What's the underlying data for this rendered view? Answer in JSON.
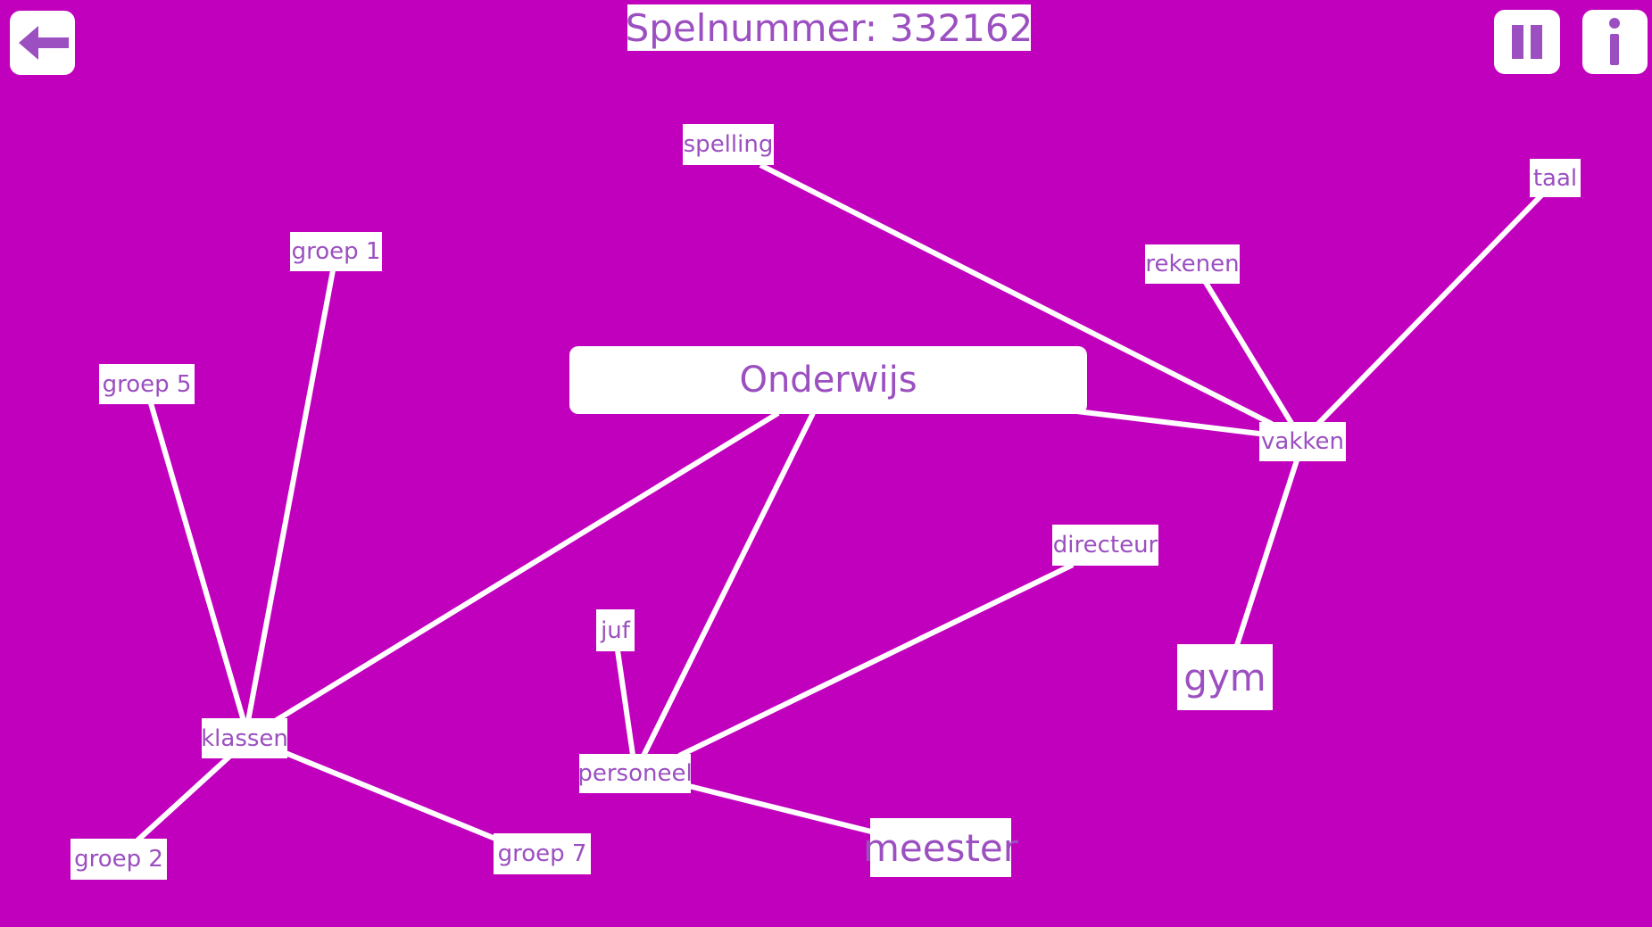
{
  "header": {
    "game_label": "Spelnummer:",
    "game_number": "332162"
  },
  "buttons": {
    "back_icon": "arrow-left-icon",
    "pause_icon": "pause-icon",
    "info_icon": "info-icon"
  },
  "colors": {
    "background": "#c000bd",
    "card": "#ffffff",
    "text": "#9b4fc0"
  },
  "mindmap": {
    "center": "Onderwijs",
    "nodes": {
      "spelling": "spelling",
      "taal": "taal",
      "rekenen": "rekenen",
      "groep1": "groep 1",
      "groep5": "groep 5",
      "vakken": "vakken",
      "directeur": "directeur",
      "juf": "juf",
      "gym": "gym",
      "klassen": "klassen",
      "personeel": "personeel",
      "meester": "meester",
      "groep2": "groep 2",
      "groep7": "groep 7"
    },
    "links": [
      [
        "Onderwijs",
        "vakken"
      ],
      [
        "Onderwijs",
        "klassen"
      ],
      [
        "Onderwijs",
        "personeel"
      ],
      [
        "vakken",
        "spelling"
      ],
      [
        "vakken",
        "rekenen"
      ],
      [
        "vakken",
        "taal"
      ],
      [
        "vakken",
        "gym"
      ],
      [
        "klassen",
        "groep 1"
      ],
      [
        "klassen",
        "groep 5"
      ],
      [
        "klassen",
        "groep 2"
      ],
      [
        "klassen",
        "groep 7"
      ],
      [
        "personeel",
        "juf"
      ],
      [
        "personeel",
        "directeur"
      ],
      [
        "personeel",
        "meester"
      ]
    ]
  }
}
